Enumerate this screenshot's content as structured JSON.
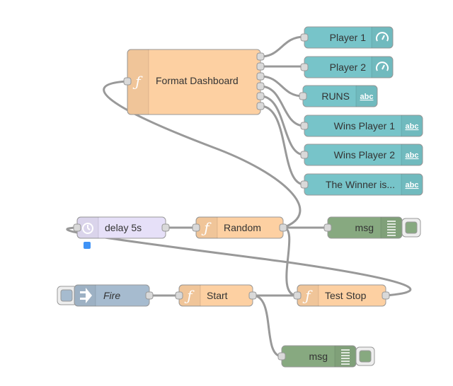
{
  "nodes": {
    "format_dashboard": {
      "label": "Format Dashboard",
      "icon": "function-icon",
      "color": "#fdd0a2"
    },
    "player1": {
      "label": "Player 1",
      "icon": "gauge-icon",
      "color": "#77c4c9"
    },
    "player2": {
      "label": "Player 2",
      "icon": "gauge-icon",
      "color": "#77c4c9"
    },
    "runs": {
      "label": "RUNS",
      "icon": "text-icon",
      "icon_text": "abc",
      "color": "#77c4c9"
    },
    "wins_player1": {
      "label": "Wins Player 1",
      "icon": "text-icon",
      "icon_text": "abc",
      "color": "#77c4c9"
    },
    "wins_player2": {
      "label": "Wins Player 2",
      "icon": "text-icon",
      "icon_text": "abc",
      "color": "#77c4c9"
    },
    "winner": {
      "label": "The Winner is...",
      "icon": "text-icon",
      "icon_text": "abc",
      "color": "#77c4c9"
    },
    "delay": {
      "label": "delay 5s",
      "icon": "timer-icon",
      "color": "#e6e0f8"
    },
    "random": {
      "label": "Random",
      "icon": "function-icon",
      "color": "#fdd0a2"
    },
    "msg_top": {
      "label": "msg",
      "icon": "debug-icon",
      "color": "#87a980"
    },
    "fire": {
      "label": "Fire",
      "icon": "inject-arrow-icon",
      "color": "#a6bbcf"
    },
    "start": {
      "label": "Start",
      "icon": "function-icon",
      "color": "#fdd0a2"
    },
    "test_stop": {
      "label": "Test Stop",
      "icon": "function-icon",
      "color": "#fdd0a2"
    },
    "msg_bottom": {
      "label": "msg",
      "icon": "debug-icon",
      "color": "#87a980"
    }
  }
}
